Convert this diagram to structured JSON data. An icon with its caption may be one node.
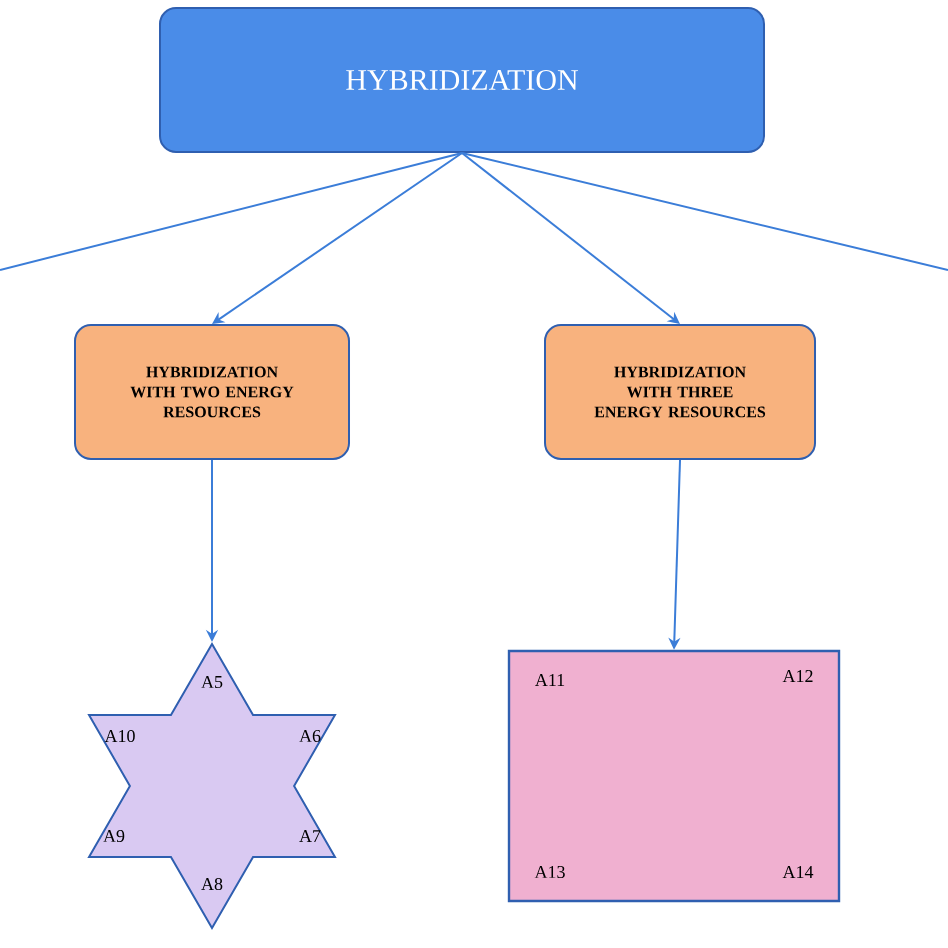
{
  "diagram": {
    "nodes": [
      {
        "text": [
          "HYBRIDIZATION"
        ]
      },
      {
        "text": [
          "HYBRIDIZATION WITH TWO ENERGY RESOURCES"
        ]
      },
      {
        "text": [
          "HYBRIDIZATION WITH THREE ENERGY RESOURCES"
        ]
      },
      {
        "text": [
          "A5",
          "A6",
          "A7",
          "A8",
          "A9",
          "A10"
        ]
      },
      {
        "text": [
          "A11",
          "A12",
          "A13",
          "A14"
        ]
      }
    ],
    "edges": [
      {
        "from": 0,
        "to": null,
        "arrow": "none"
      },
      {
        "from": 0,
        "to": 1,
        "arrow": "to"
      },
      {
        "from": 0,
        "to": 2,
        "arrow": "to"
      },
      {
        "from": 0,
        "to": null,
        "arrow": "none"
      },
      {
        "from": 1,
        "to": 3,
        "arrow": "to"
      },
      {
        "from": 2,
        "to": 4,
        "arrow": "to"
      }
    ]
  }
}
